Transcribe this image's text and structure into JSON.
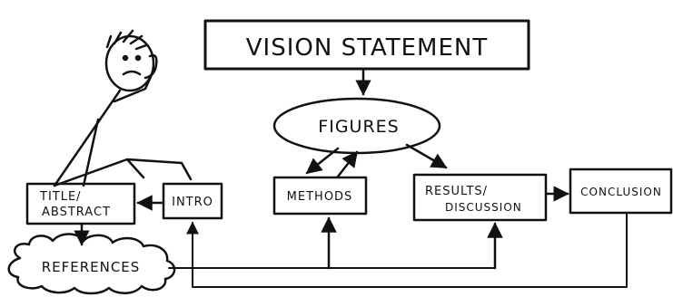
{
  "diagram": {
    "vision_statement": "VISION STATEMENT",
    "figures": "FIGURES",
    "title_abstract_line1": "TITLE/",
    "title_abstract_line2": "ABSTRACT",
    "intro": "INTRO",
    "methods": "METHODS",
    "results_line1": "RESULTS/",
    "results_line2": "DISCUSSION",
    "conclusion": "CONCLUSION",
    "references": "REFERENCES"
  },
  "colors": {
    "ink": "#111111",
    "paper": "#ffffff"
  },
  "icons": [
    "worried-stick-figure-icon"
  ]
}
